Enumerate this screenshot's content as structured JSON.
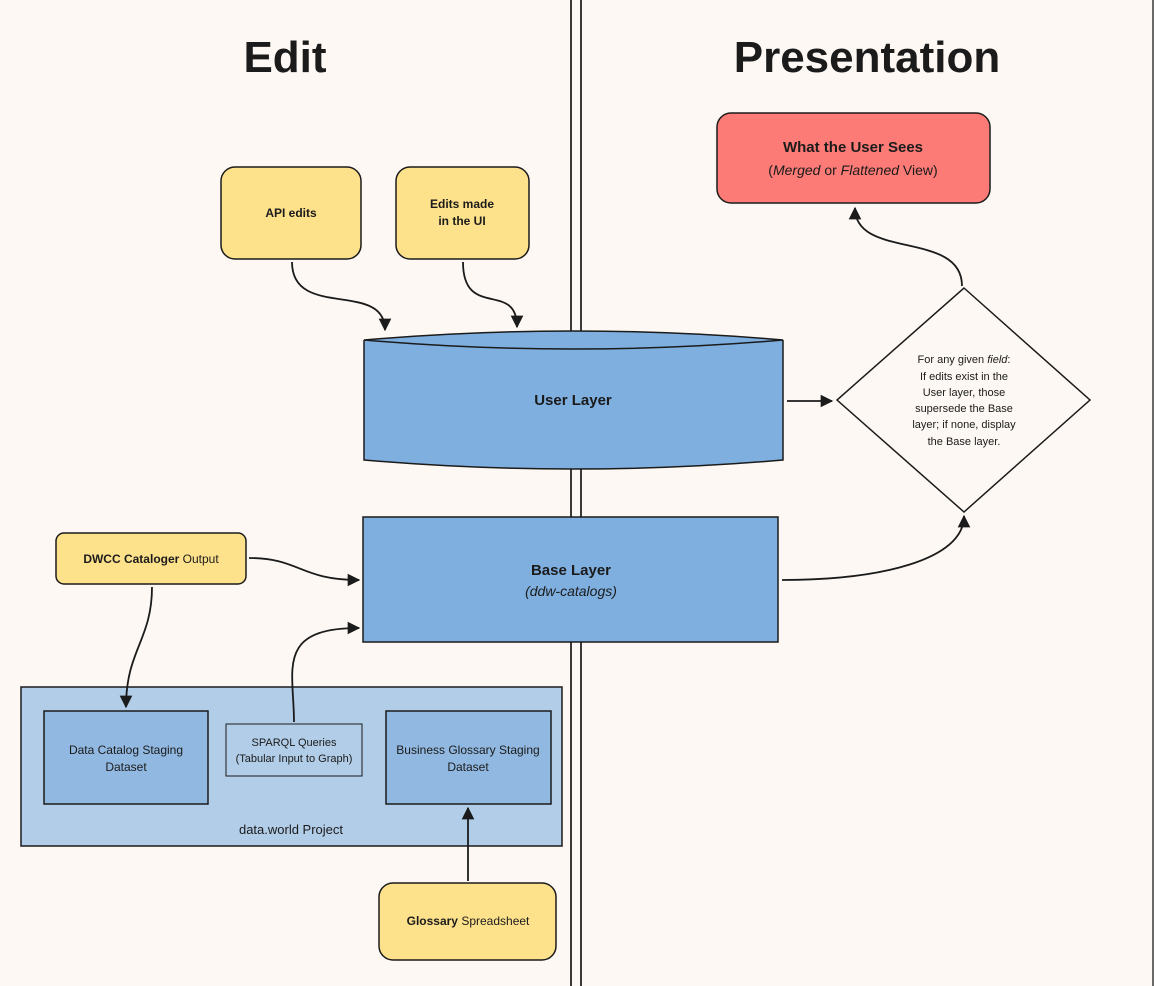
{
  "sections": {
    "edit_title": "Edit",
    "presentation_title": "Presentation"
  },
  "nodes": {
    "api_edits": "API edits",
    "ui_edits": {
      "line1": "Edits made",
      "line2": "in the UI"
    },
    "user_layer": "User Layer",
    "base_layer": {
      "title": "Base Layer",
      "subtitle": "(ddw-catalogs)"
    },
    "dwcc": {
      "bold": "DWCC Cataloger",
      "rest": " Output"
    },
    "project": {
      "label": "data.world Project"
    },
    "data_catalog_staging": {
      "line1": "Data Catalog Staging",
      "line2": "Dataset"
    },
    "sparql": {
      "line1": "SPARQL Queries",
      "line2": "(Tabular Input to Graph)"
    },
    "business_glossary_staging": {
      "line1": "Business Glossary Staging",
      "line2": "Dataset"
    },
    "glossary": {
      "bold": "Glossary",
      "rest": " Spreadsheet"
    },
    "user_sees": {
      "title": "What the User Sees",
      "open": "(",
      "merged": "Merged",
      "or": " or ",
      "flattened": "Flattened",
      "view": " View)"
    },
    "decision": {
      "line1_pre": "For any given ",
      "line1_field": "field",
      "line1_post": ":",
      "line2": "If edits exist in the",
      "line3": "User layer, those",
      "line4": "supersede the Base",
      "line5": "layer; if none, display",
      "line6": "the Base layer."
    }
  },
  "colors": {
    "background": "#fdf8f3",
    "yellow": "#fde18b",
    "blue": "#7eafdf",
    "project_blue": "#b2cde8",
    "staging_blue": "#91b8e0",
    "red": "#fc7b76",
    "stroke": "#1b1b1b"
  }
}
